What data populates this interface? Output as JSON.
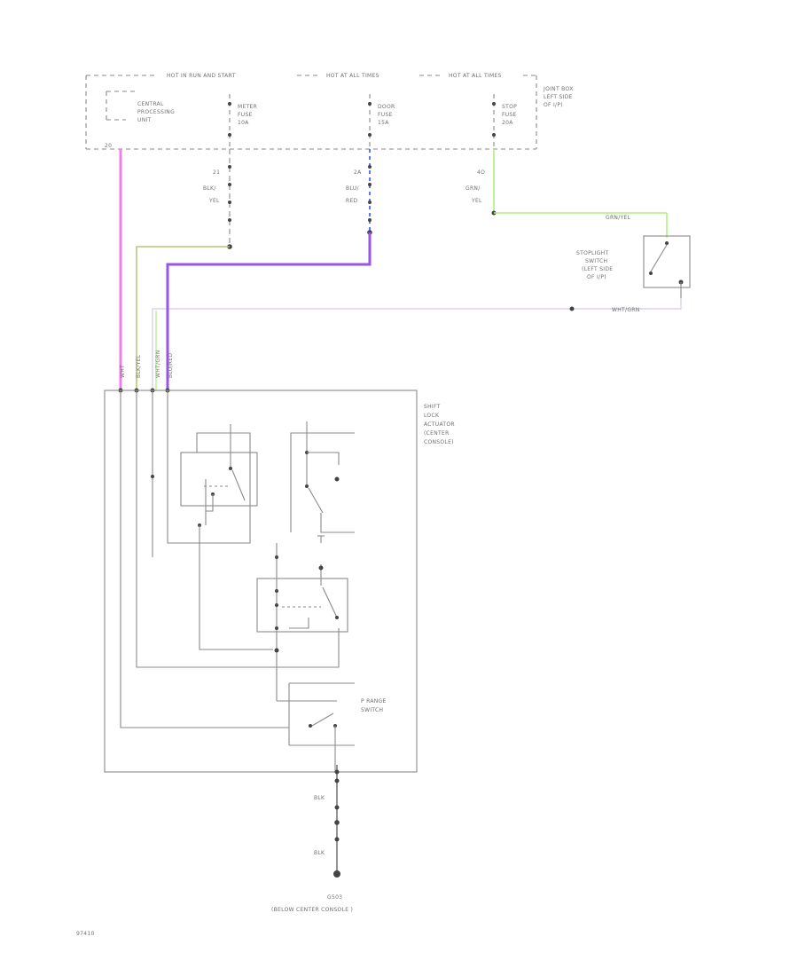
{
  "hot_labels": {
    "left": "HOT IN RUN AND START",
    "middle": "HOT AT ALL TIMES",
    "right": "HOT AT ALL TIMES"
  },
  "joint_box": [
    "JOINT BOX",
    "LEFT SIDE",
    "OF I/P)"
  ],
  "cpu": {
    "lines": [
      "CENTRAL",
      "PROCESSING",
      "UNIT"
    ],
    "pin": "20"
  },
  "fuses": [
    {
      "lines": [
        "METER",
        "FUSE",
        "10A"
      ],
      "pin": "21",
      "wire": [
        "BLK/",
        "YEL"
      ]
    },
    {
      "lines": [
        "DOOR",
        "FUSE",
        "15A"
      ],
      "pin": "2A",
      "wire": [
        "BLU/",
        "RED"
      ]
    },
    {
      "lines": [
        "STOP",
        "FUSE",
        "20A"
      ],
      "pin": "4O",
      "wire": [
        "GRN/",
        "YEL"
      ]
    }
  ],
  "wire_labels": {
    "grn_yel": "GRN/YEL",
    "wht_grn": "WHT/GRN"
  },
  "stoplight_switch": [
    "STOPLIGHT",
    "SWITCH",
    "(LEFT SIDE",
    "OF I/P)"
  ],
  "connector_labels": [
    "WHT",
    "BLK/YEL",
    "WHT/GRN",
    "BLU/RED"
  ],
  "actuator": [
    "SHIFT",
    "LOCK",
    "ACTUATOR",
    "(CENTER",
    "CONSOLE)"
  ],
  "p_range_switch": [
    "P RANGE",
    "SWITCH"
  ],
  "ground": {
    "wires": [
      "BLK",
      "BLK"
    ],
    "lines": [
      "G503",
      "(BELOW CENTER CONSOLE )"
    ]
  },
  "figure_id": "97410",
  "colors": {
    "pink": "#f07ee8",
    "purple": "#9a55e6",
    "green": "#aef07e",
    "blue": "#3355ee",
    "olive": "#b4c878",
    "lavender": "#d6c6ef"
  }
}
